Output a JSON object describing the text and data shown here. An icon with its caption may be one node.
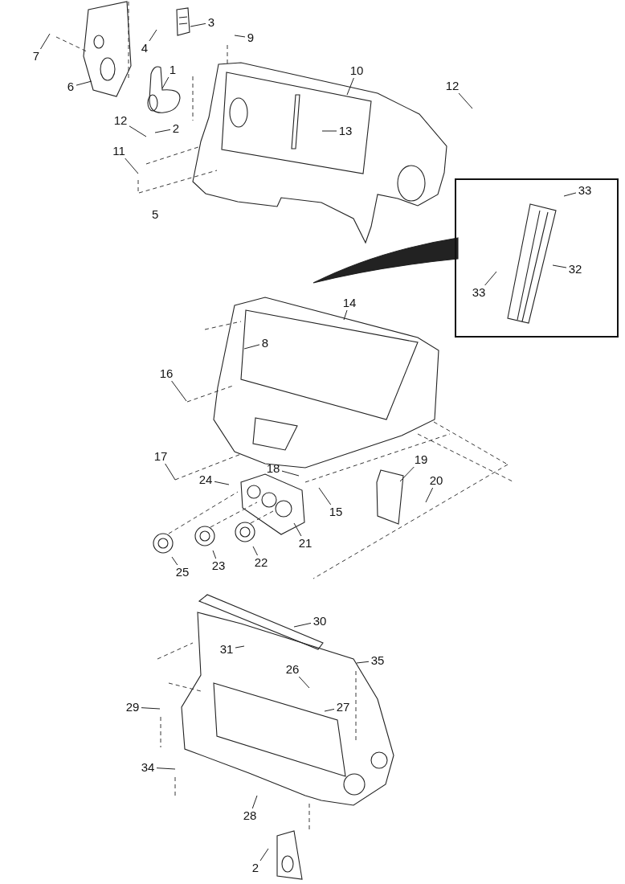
{
  "diagram": {
    "nodes": [
      {
        "text": [
          "3"
        ]
      },
      {
        "text": [
          "4"
        ]
      },
      {
        "text": [
          "9"
        ]
      },
      {
        "text": [
          "7"
        ]
      },
      {
        "text": [
          "1"
        ]
      },
      {
        "text": [
          "10"
        ]
      },
      {
        "text": [
          "12"
        ]
      },
      {
        "text": [
          "6"
        ]
      },
      {
        "text": [
          "13"
        ]
      },
      {
        "text": [
          "12"
        ]
      },
      {
        "text": [
          "2"
        ]
      },
      {
        "text": [
          "11"
        ]
      },
      {
        "text": [],
        "shape": "box"
      },
      {
        "text": [
          "33"
        ],
        "in": 12
      },
      {
        "text": [
          "32"
        ],
        "in": 12
      },
      {
        "text": [
          "33"
        ],
        "in": 12
      },
      {
        "text": [
          "14"
        ]
      },
      {
        "text": [
          "8"
        ]
      },
      {
        "text": [
          "16"
        ]
      },
      {
        "text": [
          "17"
        ]
      },
      {
        "text": [
          "18"
        ]
      },
      {
        "text": [
          "19"
        ]
      },
      {
        "text": [
          "24"
        ]
      },
      {
        "text": [
          "20"
        ]
      },
      {
        "text": [
          "15"
        ]
      },
      {
        "text": [
          "21"
        ]
      },
      {
        "text": [
          "25"
        ]
      },
      {
        "text": [
          "23"
        ]
      },
      {
        "text": [
          "22"
        ]
      },
      {
        "text": [
          "30"
        ]
      },
      {
        "text": [
          "31"
        ]
      },
      {
        "text": [
          "35"
        ]
      },
      {
        "text": [
          "26"
        ]
      },
      {
        "text": [
          "29"
        ]
      },
      {
        "text": [
          "27"
        ]
      },
      {
        "text": [
          "34"
        ]
      },
      {
        "text": [
          "28"
        ]
      },
      {
        "text": [
          "2"
        ]
      }
    ],
    "edges": [
      {
        "from": 0,
        "to": null,
        "arrow": "none"
      },
      {
        "from": 1,
        "to": null,
        "arrow": "none"
      },
      {
        "from": 2,
        "to": null,
        "arrow": "none"
      },
      {
        "from": 3,
        "to": null,
        "arrow": "none"
      },
      {
        "from": 4,
        "to": null,
        "arrow": "none"
      },
      {
        "from": 5,
        "to": null,
        "arrow": "none"
      },
      {
        "from": 6,
        "to": null,
        "arrow": "none"
      },
      {
        "from": 7,
        "to": null,
        "arrow": "none"
      },
      {
        "from": 8,
        "to": null,
        "arrow": "none"
      },
      {
        "from": 9,
        "to": null,
        "arrow": "none"
      },
      {
        "from": 10,
        "to": null,
        "arrow": "none"
      },
      {
        "from": 11,
        "to": null,
        "arrow": "none"
      },
      {
        "from": 13,
        "to": null,
        "arrow": "none"
      },
      {
        "from": 14,
        "to": null,
        "arrow": "none"
      },
      {
        "from": 15,
        "to": null,
        "arrow": "none"
      },
      {
        "from": 16,
        "to": null,
        "arrow": "none"
      },
      {
        "from": 17,
        "to": null,
        "arrow": "none"
      },
      {
        "from": 18,
        "to": null,
        "arrow": "none"
      },
      {
        "from": 19,
        "to": null,
        "arrow": "none"
      },
      {
        "from": 20,
        "to": null,
        "arrow": "none"
      },
      {
        "from": 21,
        "to": null,
        "arrow": "none"
      },
      {
        "from": 22,
        "to": null,
        "arrow": "none"
      },
      {
        "from": 23,
        "to": null,
        "arrow": "none"
      },
      {
        "from": 24,
        "to": null,
        "arrow": "none"
      },
      {
        "from": 25,
        "to": null,
        "arrow": "none"
      },
      {
        "from": 26,
        "to": null,
        "arrow": "none"
      },
      {
        "from": 27,
        "to": null,
        "arrow": "none"
      },
      {
        "from": 28,
        "to": null,
        "arrow": "none"
      },
      {
        "from": 29,
        "to": null,
        "arrow": "none"
      },
      {
        "from": 30,
        "to": null,
        "arrow": "none"
      },
      {
        "from": 31,
        "to": null,
        "arrow": "none"
      },
      {
        "from": 32,
        "to": null,
        "arrow": "none"
      },
      {
        "from": 33,
        "to": null,
        "arrow": "none"
      },
      {
        "from": 34,
        "to": null,
        "arrow": "none"
      },
      {
        "from": 35,
        "to": null,
        "arrow": "none"
      },
      {
        "from": 36,
        "to": null,
        "arrow": "none"
      },
      {
        "from": 37,
        "to": null,
        "arrow": "none"
      }
    ],
    "labels": [
      "5"
    ]
  }
}
